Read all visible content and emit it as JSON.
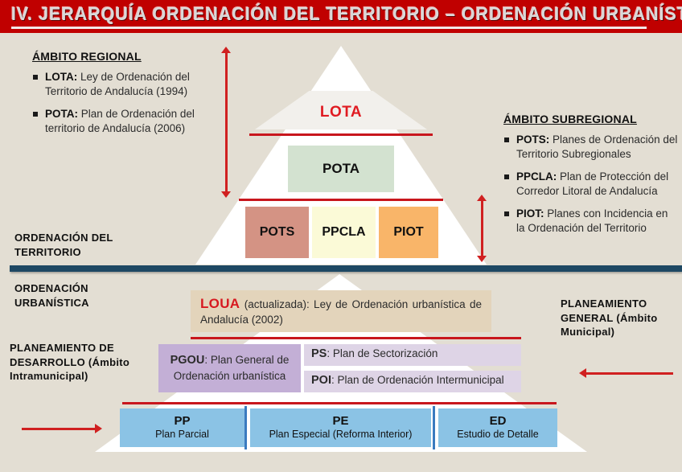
{
  "header": {
    "title": "IV. JERARQUÍA ORDENACIÓN DEL TERRITORIO – ORDENACIÓN URBANÍSTICA",
    "background_color": "#C00000",
    "text_color": "#D9D9D9"
  },
  "page": {
    "background_color": "#E3DED3",
    "divider_color": "#1E4863",
    "accent_red": "#C8161D",
    "arrow_color": "#D02020"
  },
  "regional_block": {
    "title": "ÁMBITO REGIONAL",
    "items": [
      {
        "code": "LOTA:",
        "text": " Ley de Ordenación del Territorio de Andalucía (1994)"
      },
      {
        "code": "POTA:",
        "text": " Plan de Ordenación del territorio de Andalucía (2006)"
      }
    ]
  },
  "subregional_block": {
    "title": "ÁMBITO SUBREGIONAL",
    "items": [
      {
        "code": "POTS:",
        "text": " Planes de Ordenación del Territorio Subregionales"
      },
      {
        "code": "PPCLA:",
        "text": " Plan de Protección del Corredor Litoral de Andalucía"
      },
      {
        "code": "PIOT:",
        "text": " Planes con Incidencia en la Ordenación del Territorio"
      }
    ]
  },
  "side_labels": {
    "ordenacion_territorio": "ORDENACIÓN DEL TERRITORIO",
    "ordenacion_urbanistica": "ORDENACIÓN URBANÍSTICA",
    "planeamiento_desarrollo": "PLANEAMIENTO DE DESARROLLO (Ámbito Intramunicipal)",
    "planeamiento_general": "PLANEAMIENTO GENERAL (Ámbito Municipal)"
  },
  "pyramid_top": {
    "lota": {
      "label": "LOTA",
      "color": "#F2F0EC",
      "text_color": "#E01B22"
    },
    "pota": {
      "label": "POTA",
      "color": "#D3E2D0"
    },
    "row": [
      {
        "label": "POTS",
        "color": "#D49384"
      },
      {
        "label": "PPCLA",
        "color": "#FBFAD7"
      },
      {
        "label": "PIOT",
        "color": "#F9B569"
      }
    ]
  },
  "pyramid_bottom": {
    "loua": {
      "code": "LOUA",
      "text": " (actualizada): Ley de Ordenación urbanística de Andalucía (2002)",
      "color": "#E3D4BB"
    },
    "pgou": {
      "code": "PGOU",
      "text": ": Plan General de Ordenación urbanística",
      "color": "#C3AFD6"
    },
    "ps": {
      "code": "PS",
      "text": ": Plan de Sectorización",
      "color": "#DED4E6"
    },
    "poi": {
      "code": "POI",
      "text": ": Plan de Ordenación Intermunicipal",
      "color": "#DED4E6"
    },
    "development_row": [
      {
        "code": "PP",
        "name": "Plan Parcial",
        "color": "#8BC3E5"
      },
      {
        "code": "PE",
        "name": "Plan Especial (Reforma Interior)",
        "color": "#8BC3E5"
      },
      {
        "code": "ED",
        "name": "Estudio de Detalle",
        "color": "#8BC3E5"
      }
    ]
  }
}
